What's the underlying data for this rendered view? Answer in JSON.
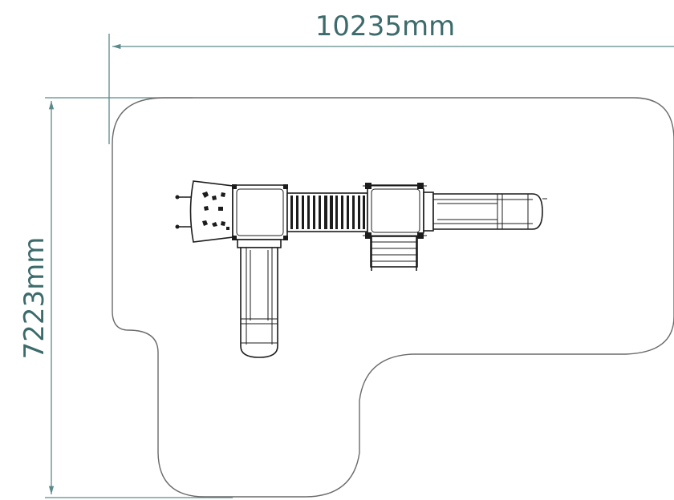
{
  "dimensions": {
    "width": {
      "value": 10235,
      "unit": "mm",
      "label": "10235mm"
    },
    "depth": {
      "value": 7223,
      "unit": "mm",
      "label": "7223mm"
    }
  },
  "colors": {
    "dimension": "#5a8a8a",
    "dimension_text": "#3d6b6b",
    "outline": "#6a6a6a",
    "equipment": "#1c1c1c",
    "background": "#ffffff"
  }
}
